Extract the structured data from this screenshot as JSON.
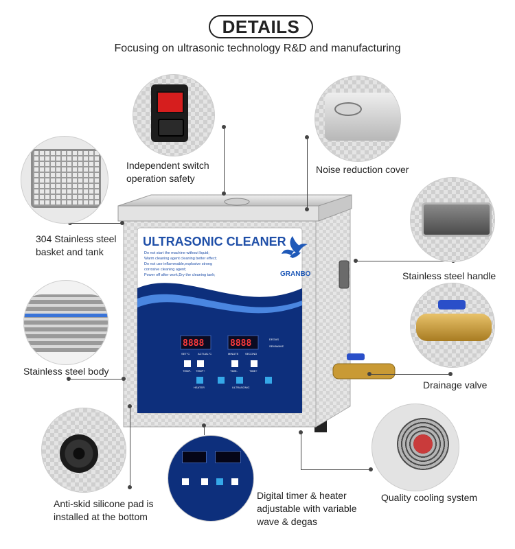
{
  "header": {
    "title": "DETAILS",
    "subtitle": "Focusing on ultrasonic technology R&D and manufacturing"
  },
  "features": {
    "switch": [
      "Independent switch",
      "operation safety"
    ],
    "cover": "Noise reduction cover",
    "basket": [
      "304 Stainless steel",
      "basket and tank"
    ],
    "handle": "Stainless steel handle",
    "body": "Stainless steel body",
    "valve": "Drainage valve",
    "cooling": "Quality cooling system",
    "pad": [
      "Anti-skid silicone pad is",
      "installed at the bottom"
    ],
    "panel": [
      "Digital timer & heater",
      "adjustable with variable",
      "wave & degas"
    ]
  },
  "product": {
    "name": "ULTRASONIC CLEANER",
    "brand": "GRANBO",
    "warnings": [
      "Do not start the machine without liquid;",
      "Warm cleaning agent cleaning better effect;",
      "Do not use inflammable,explosive strong",
      "corrosive cleaning agent;",
      "Power off after work,Dry the cleaning tank;"
    ],
    "display_left": "8888",
    "display_right": "8888",
    "panel_labels": {
      "set": "SET°C",
      "actual": "ACTUAL°C",
      "temp_minus": "TEMP-",
      "temp_plus": "TEMP+",
      "minute": "MINUTE",
      "second": "SECOND",
      "degas": "DEGAS",
      "semiwave": "SEMIWAVE",
      "time_minus": "TIME-",
      "time_plus": "TIME+",
      "heater": "HEATER",
      "ultrasonic": "ULTRASONIC"
    }
  },
  "colors": {
    "navy": "#0d2f7c",
    "blue": "#1f59b8",
    "steel": "#c9c9c9"
  }
}
